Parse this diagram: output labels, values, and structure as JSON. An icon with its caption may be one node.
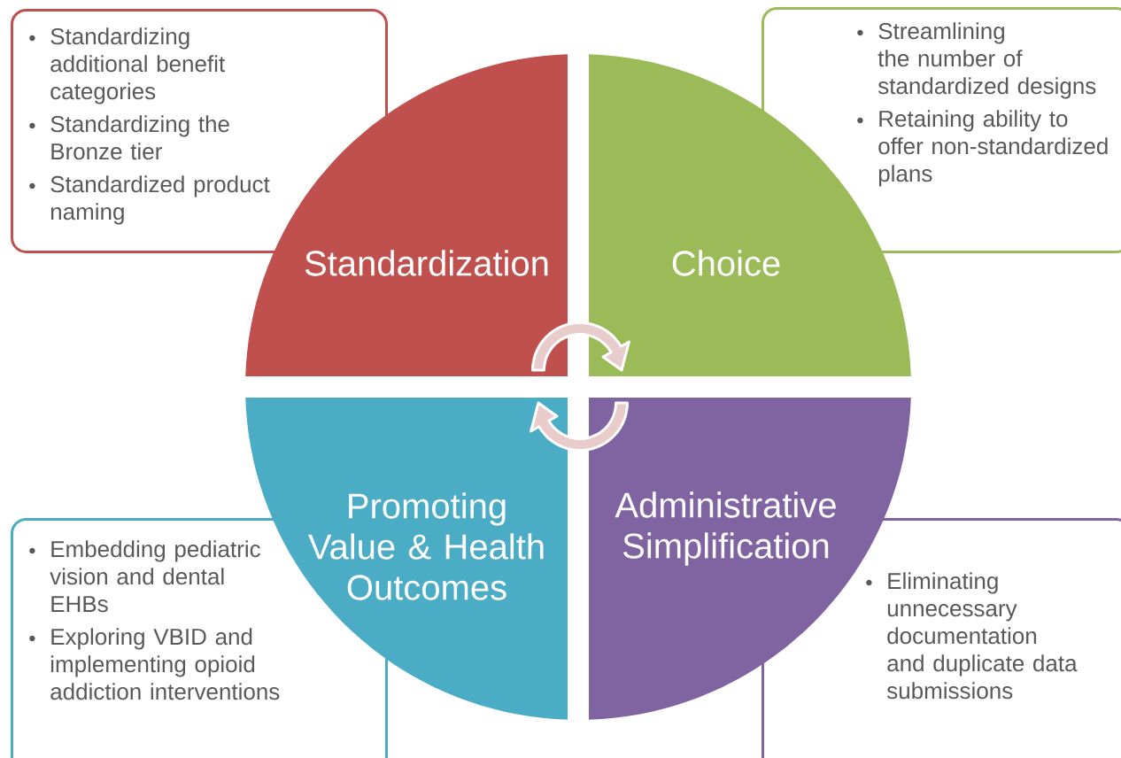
{
  "diagram": {
    "nodes": [
      {
        "text": [
          "Standardizing additional benefit categories",
          "Standardizing the Bronze tier",
          "Standardized product naming"
        ]
      },
      {
        "text": [
          "Streamlining the number of standardized designs",
          "Retaining ability to offer non-standardized plans"
        ]
      },
      {
        "text": [
          "Standardization"
        ]
      },
      {
        "text": [
          "Choice"
        ]
      },
      {
        "text": [
          "Promoting Value & Health Outcomes"
        ]
      },
      {
        "text": [
          "Administrative Simplification"
        ]
      },
      {
        "text": [
          "Embedding pediatric vision and dental EHBs",
          "Exploring VBID and implementing opioid addiction interventions"
        ]
      },
      {
        "text": [
          "Eliminating unnecessary documentation and duplicate data submissions"
        ]
      }
    ]
  }
}
